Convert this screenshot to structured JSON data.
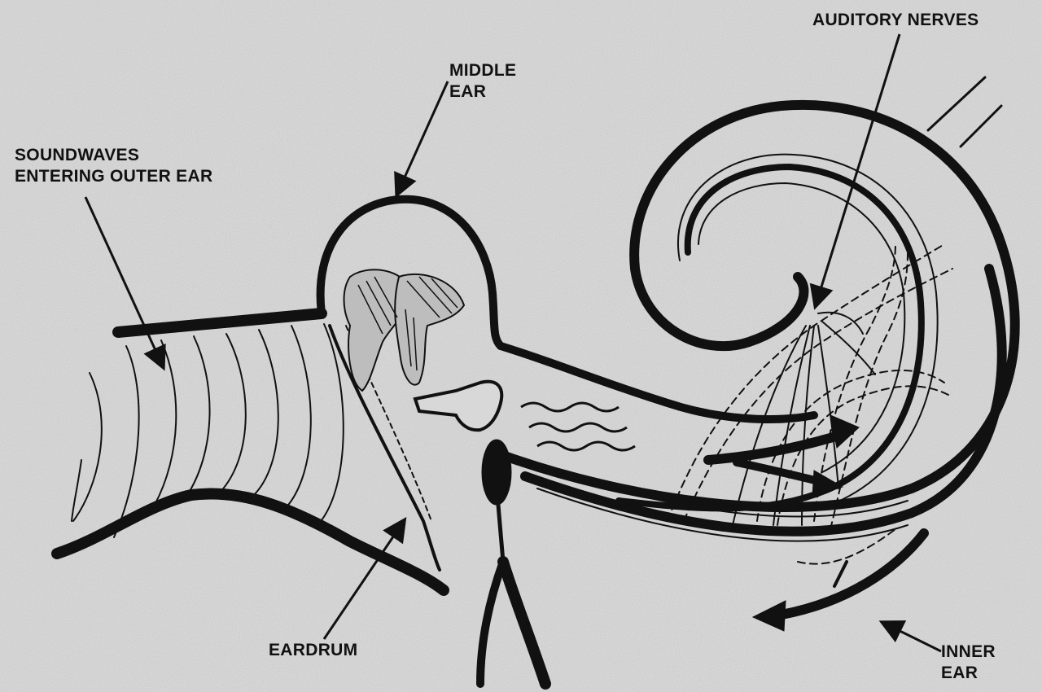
{
  "labels": {
    "soundwaves": {
      "line1": "SOUNDWAVES",
      "line2": "ENTERING OUTER EAR"
    },
    "middle_ear": {
      "line1": "MIDDLE",
      "line2": "EAR"
    },
    "auditory_nerves": "AUDITORY NERVES",
    "eardrum": "EARDRUM",
    "inner_ear": {
      "line1": "INNER",
      "line2": "EAR"
    }
  },
  "colors": {
    "ink": "#111111",
    "paper": "#d8d8d8"
  }
}
